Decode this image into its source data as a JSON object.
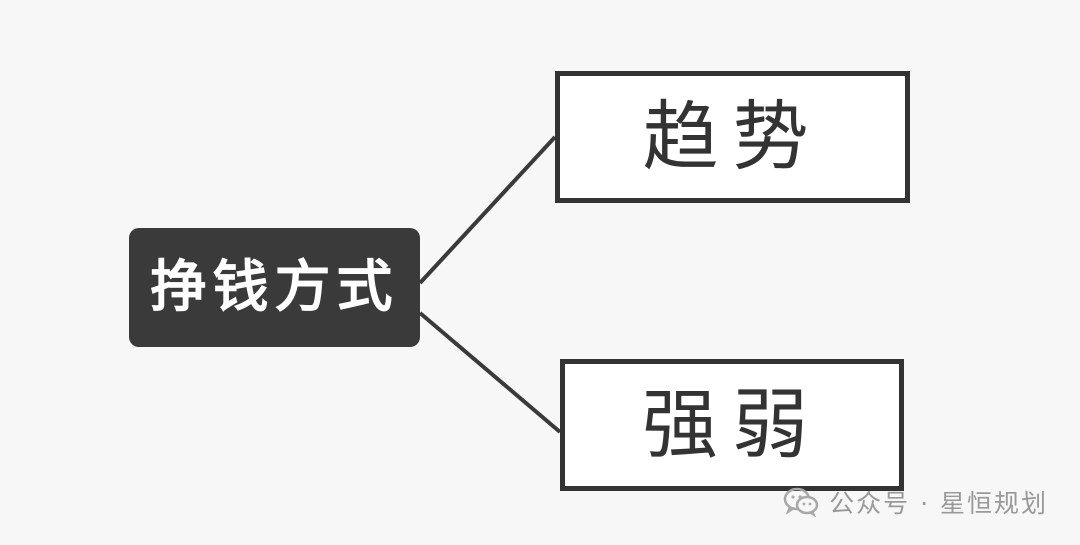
{
  "mindmap": {
    "root": {
      "label": "挣钱方式"
    },
    "children": [
      {
        "label": "趋势"
      },
      {
        "label": "强弱"
      }
    ]
  },
  "watermark": {
    "icon": "wechat-icon",
    "text": "公众号 · 星恒规划"
  },
  "colors": {
    "background": "#f7f7f7",
    "root_fill": "#3a3a3a",
    "root_text": "#ffffff",
    "line": "#3a3a3a",
    "box_border": "#333333",
    "watermark": "#9a9a9a"
  }
}
